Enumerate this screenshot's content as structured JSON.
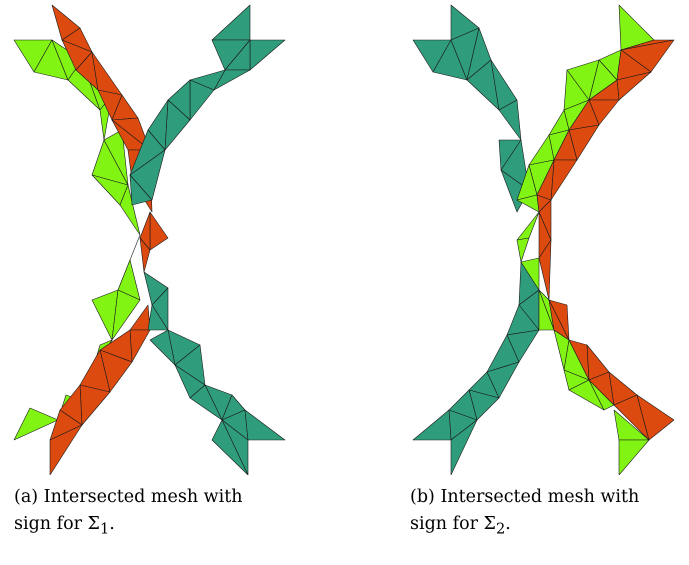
{
  "figure": {
    "colors": {
      "lime": "#82f414",
      "orange": "#dc4a0f",
      "teal": "#2f9c7c"
    },
    "panels": [
      {
        "id": "a",
        "caption_prefix": "(a)",
        "caption_text": "Intersected mesh with sign for Σ",
        "caption_subscript": "1",
        "caption_suffix": ".",
        "bands": [
          {
            "color": "lime",
            "role": "left-branch-upper-and-lower"
          },
          {
            "color": "orange",
            "role": "left-crossing-branch"
          },
          {
            "color": "teal",
            "role": "right-branch"
          }
        ]
      },
      {
        "id": "b",
        "caption_prefix": "(b)",
        "caption_text": "Intersected mesh with sign for Σ",
        "caption_subscript": "2",
        "caption_suffix": ".",
        "bands": [
          {
            "color": "teal",
            "role": "left-branch"
          },
          {
            "color": "lime",
            "role": "right-branch-upper-and-lower"
          },
          {
            "color": "orange",
            "role": "right-crossing-branch"
          }
        ]
      }
    ]
  }
}
